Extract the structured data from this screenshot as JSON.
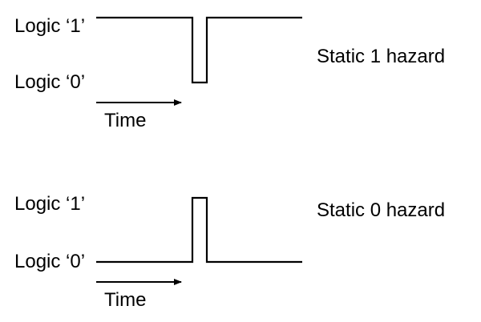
{
  "diagrams": [
    {
      "logic_high_label": "Logic ‘1’",
      "logic_low_label": "Logic ‘0’",
      "time_label": "Time",
      "caption": "Static 1 hazard"
    },
    {
      "logic_high_label": "Logic ‘1’",
      "logic_low_label": "Logic ‘0’",
      "time_label": "Time",
      "caption": "Static 0 hazard"
    }
  ],
  "colors": {
    "stroke": "#000000",
    "background": "#ffffff"
  }
}
